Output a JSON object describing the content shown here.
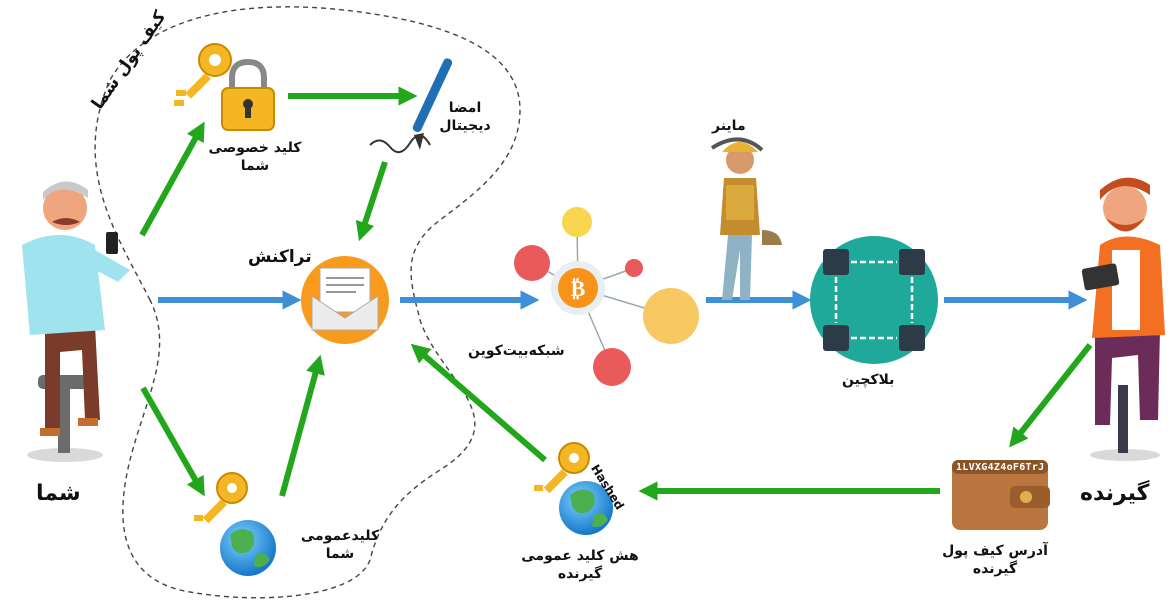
{
  "labels": {
    "wallet": "کیف پول شما",
    "private_key": "کلید خصوصی\nشما",
    "signature": "امضا\nدیجیتال",
    "transaction": "تراکنش",
    "you": "شما",
    "public_key": "کلیدعمومی\nشما",
    "network": "شبکه‌بیت‌کوین",
    "miner": "ماینر",
    "blockchain": "بلاکچین",
    "recipient": "گیرنده",
    "wallet_address": "آدرس کیف پول\nگیرنده",
    "hash_public_key": "هش کلید عمومی\nگیرنده",
    "hashed": "Hashed",
    "address_code": "1LVXG4Z4oF6TrJ"
  },
  "colors": {
    "arrow_green": "#22a71c",
    "arrow_blue": "#3d8fd6",
    "key_gold": "#f5b624",
    "bitcoin_orange": "#f7931a",
    "teal": "#1ea99a",
    "wallet_brown": "#b9773f"
  },
  "icons": [
    "person-sender-icon",
    "key-icon",
    "padlock-icon",
    "pen-icon",
    "transaction-envelope-icon",
    "globe-icon",
    "bitcoin-network-icon",
    "miner-icon",
    "blockchain-chain-icon",
    "person-recipient-icon",
    "wallet-icon"
  ]
}
